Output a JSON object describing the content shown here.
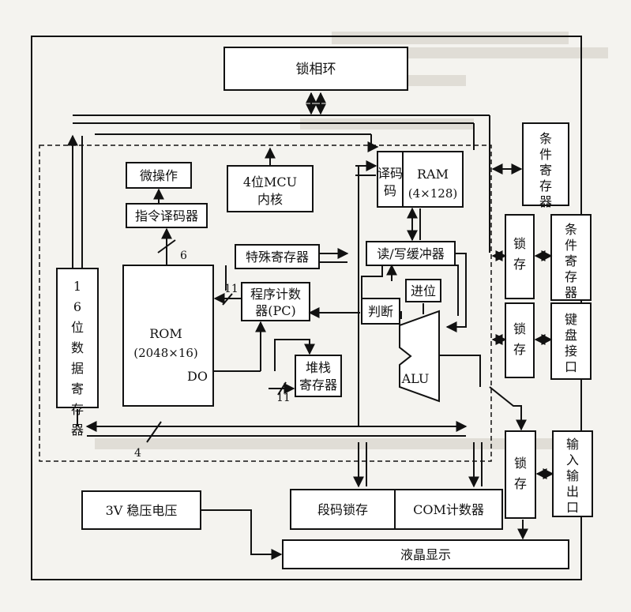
{
  "blocks": {
    "pll": "锁相环",
    "cond_reg_top": "条件寄存器",
    "micro_op": "微操作",
    "mcu_l1": "4位MCU",
    "mcu_l2": "内核",
    "decode": "译码",
    "ram_l1": "RAM",
    "ram_l2": "(4×128)",
    "instr_decoder": "指令译码器",
    "special_reg": "特殊寄存器",
    "rw_buffer": "读/写缓冲器",
    "data_reg": "16位数据寄存器",
    "rom_l1": "ROM",
    "rom_l2": "(2048×16)",
    "rom_do": "DO",
    "pc_l1": "程序计数",
    "pc_l2": "器(PC)",
    "judge": "判断",
    "carry": "进位",
    "stack_l1": "堆栈",
    "stack_l2": "寄存器",
    "alu": "ALU",
    "latch_1": "锁存",
    "latch_2": "锁存",
    "latch_3": "锁存",
    "cond_reg_side": "条件寄存器",
    "keyboard": "键盘接口",
    "io_port": "输入输出口",
    "regulator": "3V 稳压电压",
    "seg_latch": "段码锁存",
    "com_counter": "COM计数器",
    "lcd": "液晶显示"
  },
  "bus_labels": {
    "n6": "6",
    "n11_pc": "11",
    "n11_stack": "11",
    "n4": "4"
  }
}
